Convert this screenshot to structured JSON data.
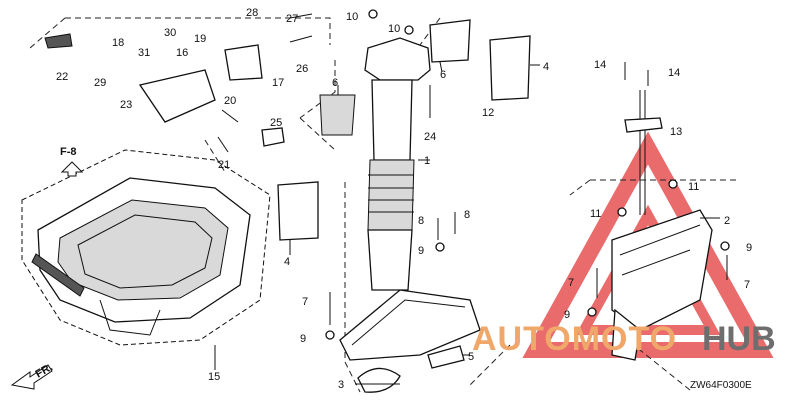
{
  "diagram": {
    "code": "ZW64F0300E",
    "view_label": "F-8",
    "direction_label": "FR.",
    "watermark": {
      "part1": "AUTOMOTO",
      "part2": "HUB",
      "color1": "#f0a86a",
      "color2": "#6e6e6e",
      "triangle_color": "#e23a3a"
    },
    "labels": {
      "n1": "1",
      "n2": "2",
      "n3": "3",
      "n4a": "4",
      "n4b": "4",
      "n5": "5",
      "n6a": "6",
      "n6b": "6",
      "n7a": "7",
      "n7b": "7",
      "n7c": "7",
      "n8a": "8",
      "n8b": "8",
      "n9a": "9",
      "n9b": "9",
      "n9c": "9",
      "n9d": "9",
      "n10a": "10",
      "n10b": "10",
      "n11a": "11",
      "n11b": "11",
      "n12": "12",
      "n13": "13",
      "n14a": "14",
      "n14b": "14",
      "n15": "15",
      "n16": "16",
      "n17": "17",
      "n18": "18",
      "n19": "19",
      "n20": "20",
      "n21": "21",
      "n22": "22",
      "n23": "23",
      "n24": "24",
      "n25": "25",
      "n26": "26",
      "n27": "27",
      "n28": "28",
      "n29": "29",
      "n30": "30",
      "n31": "31"
    }
  }
}
